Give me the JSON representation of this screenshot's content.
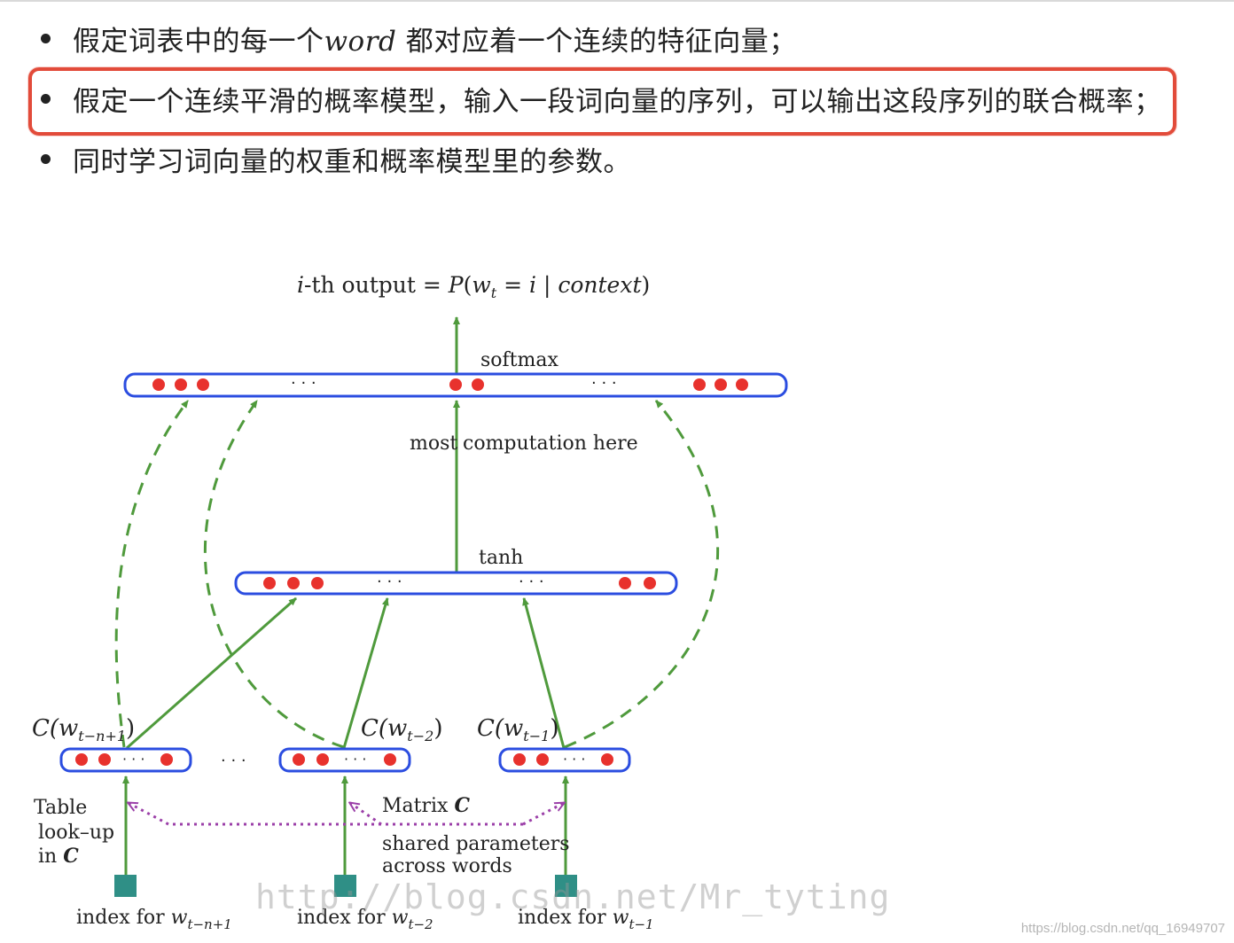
{
  "bullets": {
    "b1_pre": "假定词表中的每一个",
    "b1_word": "word",
    "b1_post": " 都对应着一个连续的特征向量；",
    "b2": "假定一个连续平滑的概率模型，输入一段词向量的序列，可以输出这段序列的联合概率；",
    "b3": "同时学习词向量的权重和概率模型里的参数。"
  },
  "diagram": {
    "output_prefix": "i",
    "output_mid": "-th output = ",
    "output_p": "P",
    "output_w": "w",
    "output_t": "t",
    "output_eq": " = ",
    "output_i": "i",
    "output_bar": " | ",
    "output_context": "context",
    "softmax": "softmax",
    "most_a": "most",
    "most_b": "computation here",
    "tanh": "tanh",
    "ellipsis": "· · ·",
    "c1_label": "C(w",
    "c1_sub": "t−n+1",
    "c2_label": "C(w",
    "c2_sub": "t−2",
    "c3_label": "C(w",
    "c3_sub": "t−1",
    "close_paren": ")",
    "table1": "Table",
    "table2": "look–up",
    "table3_a": "in ",
    "table3_b": "C",
    "matrix_a": "Matrix ",
    "matrix_b": "C",
    "shared1": "shared parameters",
    "shared2": "across words",
    "index_prefix": "index for ",
    "idx_w": "w",
    "idx1_sub": "t−n+1",
    "idx2_sub": "t−2",
    "idx3_sub": "t−1"
  },
  "watermark": "http://blog.csdn.net/Mr_tyting",
  "credit": "https://blog.csdn.net/qq_16949707",
  "colors": {
    "highlight": "#e24b3a",
    "layer_border": "#2b4de0",
    "neuron": "#e8322d",
    "arrow": "#4f9a3c",
    "shared_arrow": "#9b3fa8",
    "index_square": "#2f8f86"
  }
}
